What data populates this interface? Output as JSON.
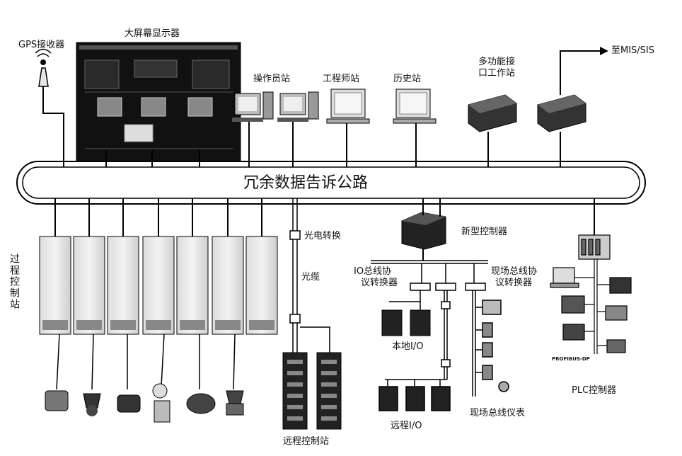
{
  "labels": {
    "gps": "GPS接收器",
    "big_screen": "大屏幕显示器",
    "operator": "操作员站",
    "engineer": "工程师站",
    "history": "历史站",
    "multi_interface_1": "多功能接",
    "multi_interface_2": "口工作站",
    "mis": "至MIS/SIS",
    "bus": "冗余数据告诉公路",
    "process_control": "过程控制站",
    "optical_converter": "光电转换",
    "optical_cable": "光缆",
    "remote_station": "远程控制站",
    "new_controller": "新型控制器",
    "io_bus_converter_1": "IO总线协",
    "io_bus_converter_2": "议转换器",
    "fieldbus_converter_1": "现场总线协",
    "fieldbus_converter_2": "议转换器",
    "local_io": "本地I/O",
    "remote_io": "远程I/O",
    "fieldbus_instruments": "现场总线仪表",
    "plc": "PLC控制器",
    "profibus": "PROFIBUS-DP"
  }
}
